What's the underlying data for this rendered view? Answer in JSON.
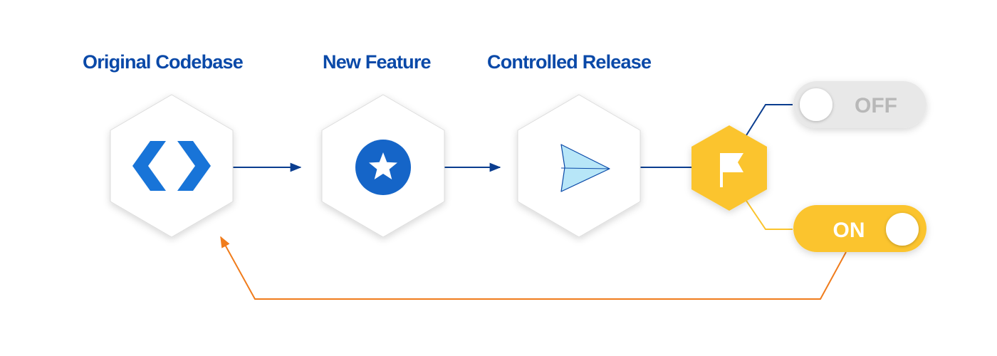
{
  "steps": [
    {
      "label": "Original Codebase",
      "icon": "code-brackets-icon"
    },
    {
      "label": "New Feature",
      "icon": "star-badge-icon"
    },
    {
      "label": "Controlled Release",
      "icon": "paper-plane-icon"
    }
  ],
  "flag": {
    "icon": "flag-icon",
    "color": "#fbc42d"
  },
  "toggles": {
    "off": {
      "label": "OFF",
      "state": "off",
      "color": "#e8e8e8"
    },
    "on": {
      "label": "ON",
      "state": "on",
      "color": "#fbc42d"
    }
  },
  "colors": {
    "title": "#0a49a8",
    "primary_blue": "#1874d8",
    "arrow_blue": "#0a3d8f",
    "feedback_orange": "#f07c1c",
    "off_line": "#0a3d8f",
    "on_line": "#fbc42d"
  }
}
